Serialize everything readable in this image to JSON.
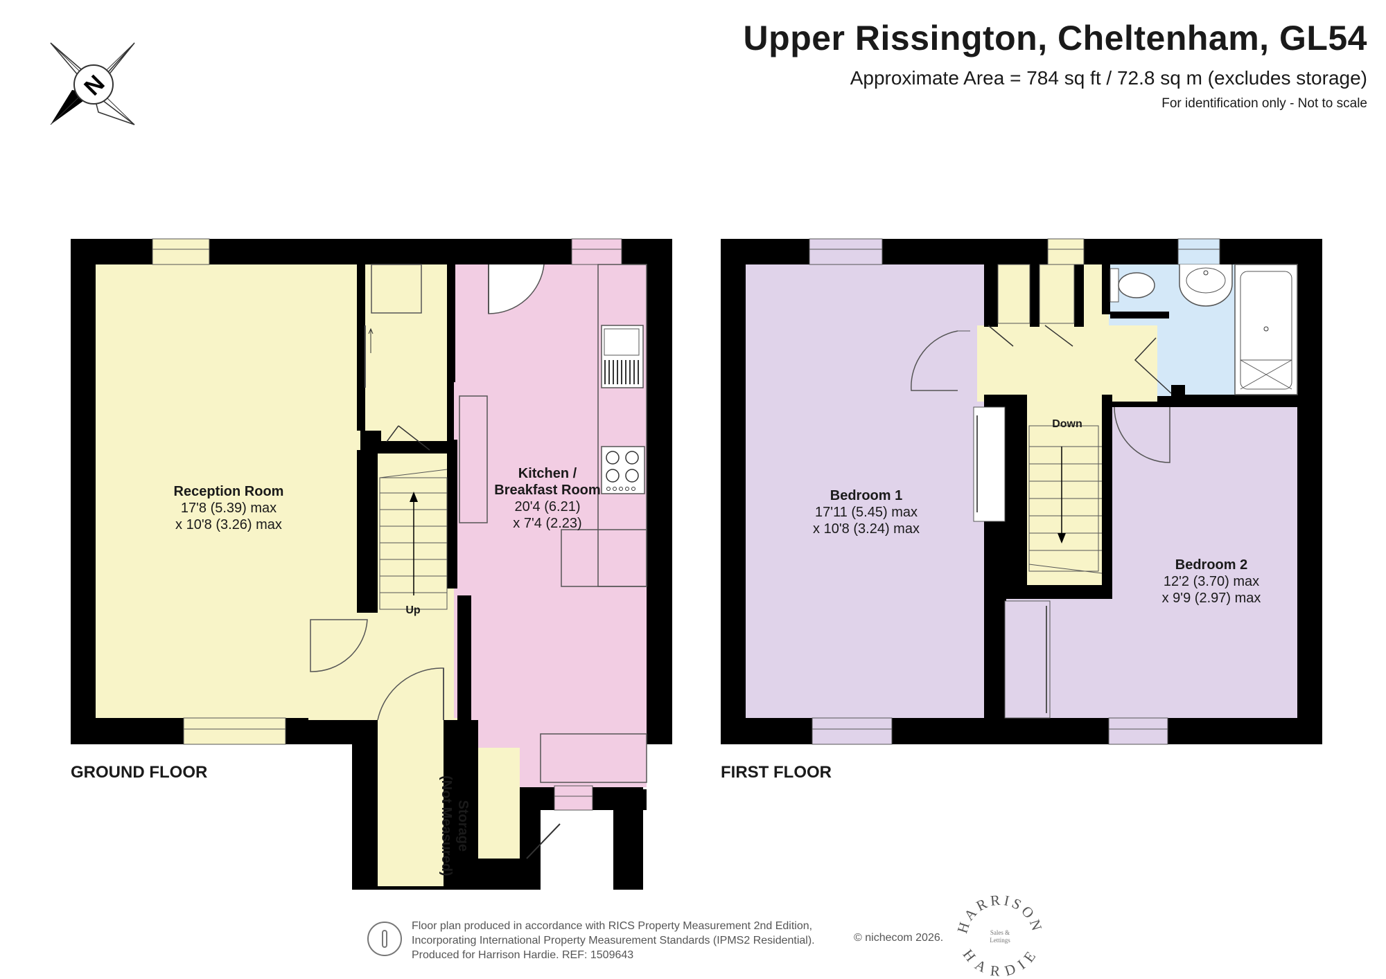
{
  "header": {
    "title": "Upper Rissington, Cheltenham, GL54",
    "area": "Approximate Area = 784 sq ft / 72.8 sq m (excludes storage)",
    "note": "For identification only - Not to scale"
  },
  "compass": {
    "icon": "north-arrow-icon",
    "letter": "N"
  },
  "ground_floor": {
    "label": "GROUND FLOOR",
    "rooms": [
      {
        "name": "Reception Room",
        "dim1": "17'8 (5.39) max",
        "dim2": "x 10'8 (3.26) max"
      },
      {
        "name_line1": "Kitchen /",
        "name_line2": "Breakfast Room",
        "dim1": "20'4 (6.21)",
        "dim2": "x 7'4 (2.23)"
      }
    ],
    "stair_label": "Up",
    "storage_line1": "Storage",
    "storage_line2": "(Not Measured)"
  },
  "first_floor": {
    "label": "FIRST FLOOR",
    "rooms": [
      {
        "name": "Bedroom 1",
        "dim1": "17'11 (5.45) max",
        "dim2": "x 10'8 (3.24) max"
      },
      {
        "name": "Bedroom 2",
        "dim1": "12'2 (3.70) max",
        "dim2": "x 9'9 (2.97) max"
      }
    ],
    "stair_label": "Down"
  },
  "footer": {
    "line1": "Floor plan produced in accordance with RICS Property Measurement 2nd Edition,",
    "line2": "Incorporating International Property Measurement Standards (IPMS2 Residential).",
    "line3": "Produced for Harrison Hardie.   REF: 1509643",
    "copyright": "© nichecom 2026."
  },
  "brand": {
    "top": "HARRISON",
    "bottom": "HARDIE",
    "tagline1": "Sales &",
    "tagline2": "Lettings"
  },
  "colors": {
    "wall": "#000000",
    "hall": "#f8f4c8",
    "kitchen": "#f2cde3",
    "bedroom": "#e0d3ea",
    "bathroom": "#d4e8f8"
  }
}
